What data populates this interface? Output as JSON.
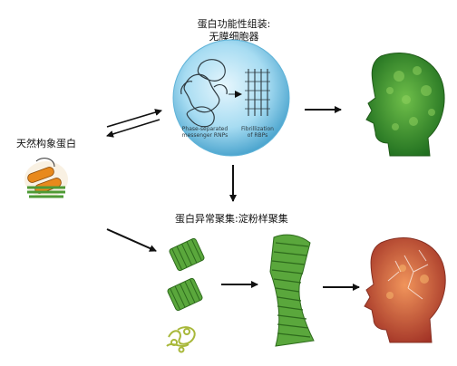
{
  "labels": {
    "functional_title_line1": "蛋白功能性组装:",
    "functional_title_line2": "无膜细胞器",
    "native_protein": "天然构象蛋白",
    "aberrant_title": "蛋白异常聚集:淀粉样聚集"
  },
  "inset": {
    "left_caption_line1": "Phase-separated",
    "left_caption_line2": "messenger RNPs",
    "right_caption_line1": "Fibrillization",
    "right_caption_line2": "of RBPs"
  },
  "colors": {
    "healthy_head": "#2f8a2a",
    "diseased_head": "#c0391b",
    "fibril_green": "#4e9a36",
    "helix_orange": "#e8891c",
    "inset_blue": "#7ec8e8"
  },
  "icons": {
    "healthy_head": "green-foliage-head-icon",
    "diseased_head": "red-decayed-head-icon"
  }
}
